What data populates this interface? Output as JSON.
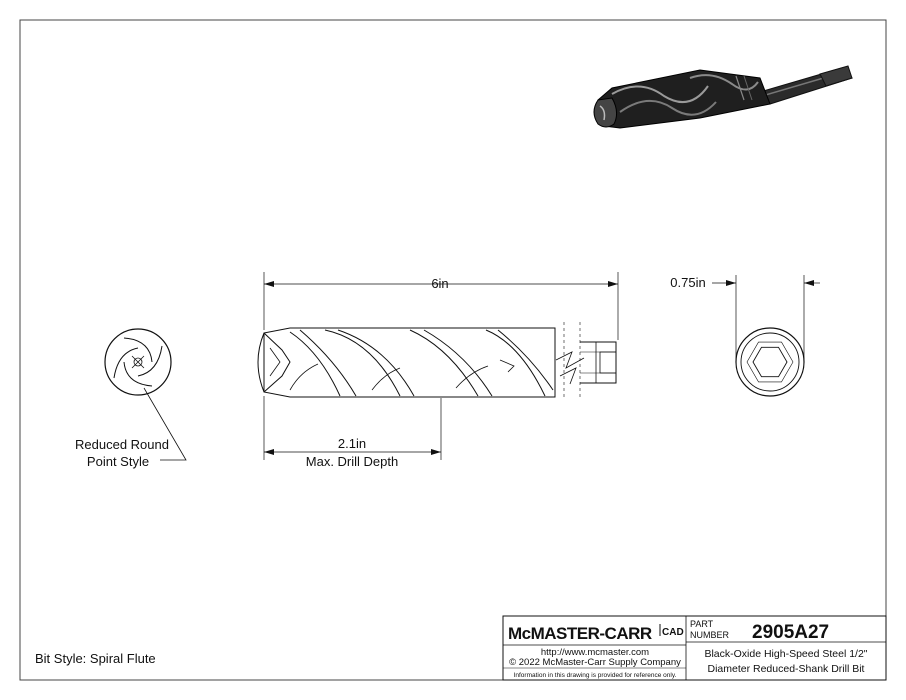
{
  "dimensions": {
    "overall_length": "6in",
    "diameter": "0.75in",
    "drill_depth_value": "2.1in",
    "drill_depth_label": "Max. Drill Depth"
  },
  "callouts": {
    "point_style_line1": "Reduced Round",
    "point_style_line2": "Point Style",
    "bit_style": "Bit Style: Spiral Flute"
  },
  "title_block": {
    "logo_text": "McMASTER-CARR",
    "logo_cad": "CAD",
    "part_label_line1": "PART",
    "part_label_line2": "NUMBER",
    "part_number": "2905A27",
    "website": "http://www.mcmaster.com",
    "copyright": "© 2022 McMaster-Carr Supply Company",
    "disclaimer": "Information in this drawing is provided for reference only.",
    "description_line1": "Black-Oxide High-Speed Steel 1/2\"",
    "description_line2": "Diameter Reduced-Shank Drill Bit"
  }
}
